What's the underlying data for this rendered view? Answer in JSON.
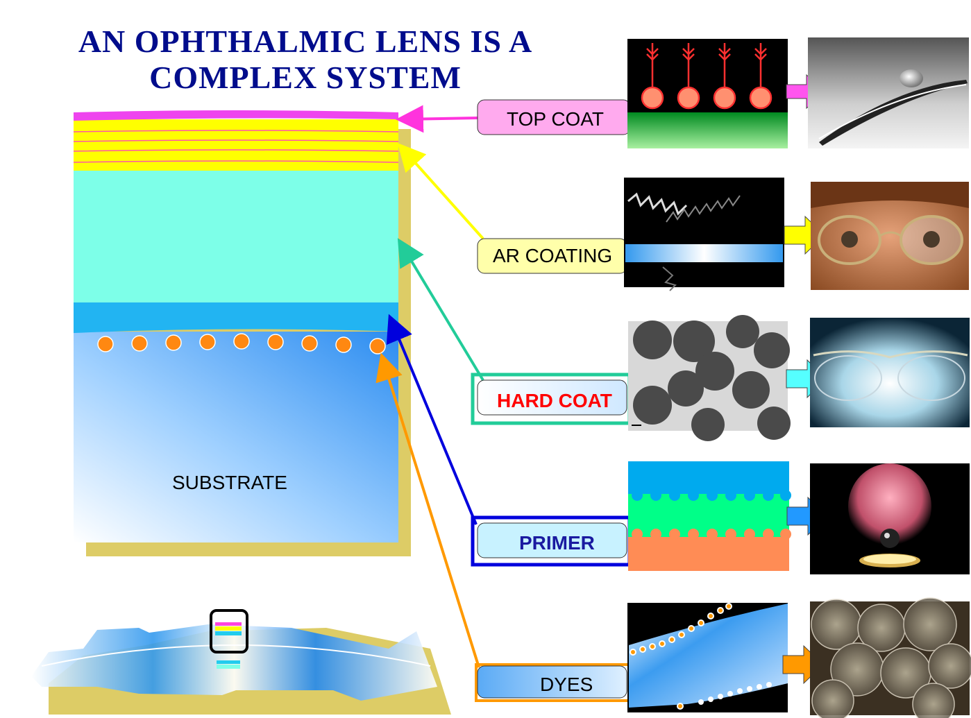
{
  "title": {
    "line1": "AN OPHTHALMIC LENS IS A",
    "line2": "COMPLEX SYSTEM"
  },
  "substrate_label": "SUBSTRATE",
  "layers": [
    {
      "label": "TOP COAT",
      "color": "#ff44dd"
    },
    {
      "label": "AR COATING",
      "color": "#ffff00"
    },
    {
      "label": "HARD COAT",
      "color": "#22cc99",
      "text_color": "#ff0000"
    },
    {
      "label": "PRIMER",
      "color": "#0000dd",
      "text_color": "#1a1aa0"
    },
    {
      "label": "DYES",
      "color": "#ff9900"
    }
  ],
  "icons": {
    "top_coat_photo": "water-droplet-on-lens-photo",
    "ar_photo": "woman-wearing-glasses-photo",
    "hard_coat_photo": "glasses-frame-photo",
    "primer_photo": "impact-test-ball-photo",
    "dyes_photo": "tinted-lenses-photo"
  }
}
